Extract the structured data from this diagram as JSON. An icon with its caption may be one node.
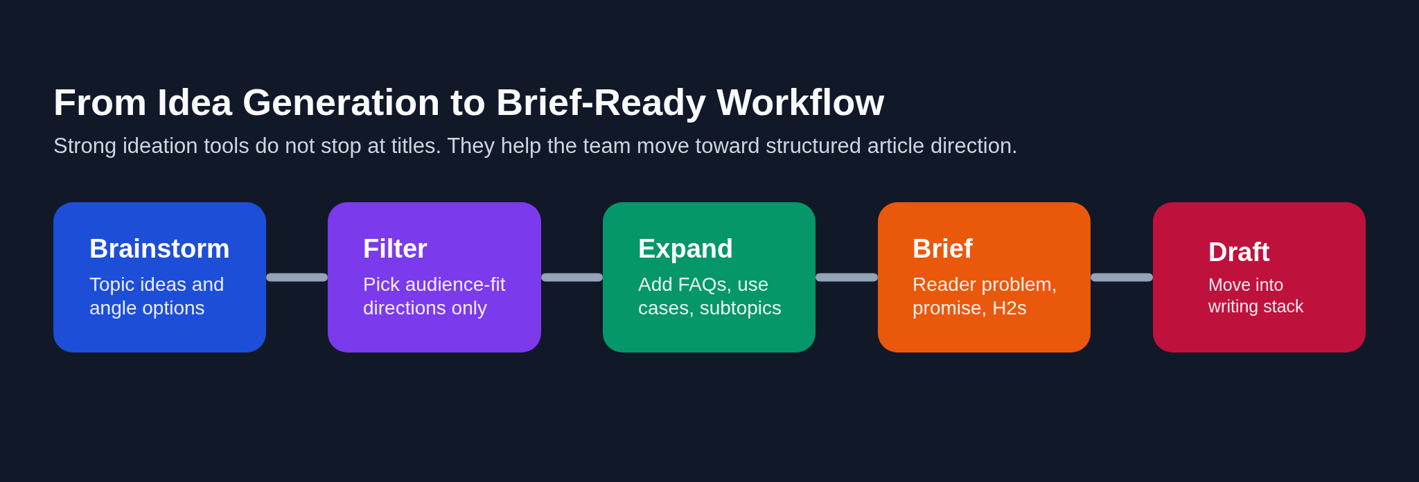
{
  "diagram": {
    "title": "From Idea Generation to Brief-Ready Workflow",
    "nodes": [
      {
        "text": [
          "Brainstorm",
          "Topic ideas and angle options"
        ]
      },
      {
        "text": [
          "Filter",
          "Pick audience-fit directions only"
        ]
      },
      {
        "text": [
          "Expand",
          "Add FAQs, use cases, subtopics"
        ]
      },
      {
        "text": [
          "Brief",
          "Reader problem, promise, H2s"
        ]
      },
      {
        "text": [
          "Draft",
          "Move into writing stack"
        ]
      }
    ],
    "edges": [
      {
        "from": 0,
        "to": 1,
        "arrow": "none"
      },
      {
        "from": 1,
        "to": 2,
        "arrow": "none"
      },
      {
        "from": 2,
        "to": 3,
        "arrow": "none"
      },
      {
        "from": 3,
        "to": 4,
        "arrow": "none"
      }
    ],
    "labels": [
      "Strong ideation tools do not stop at titles. They help the team move toward structured article direction."
    ]
  }
}
